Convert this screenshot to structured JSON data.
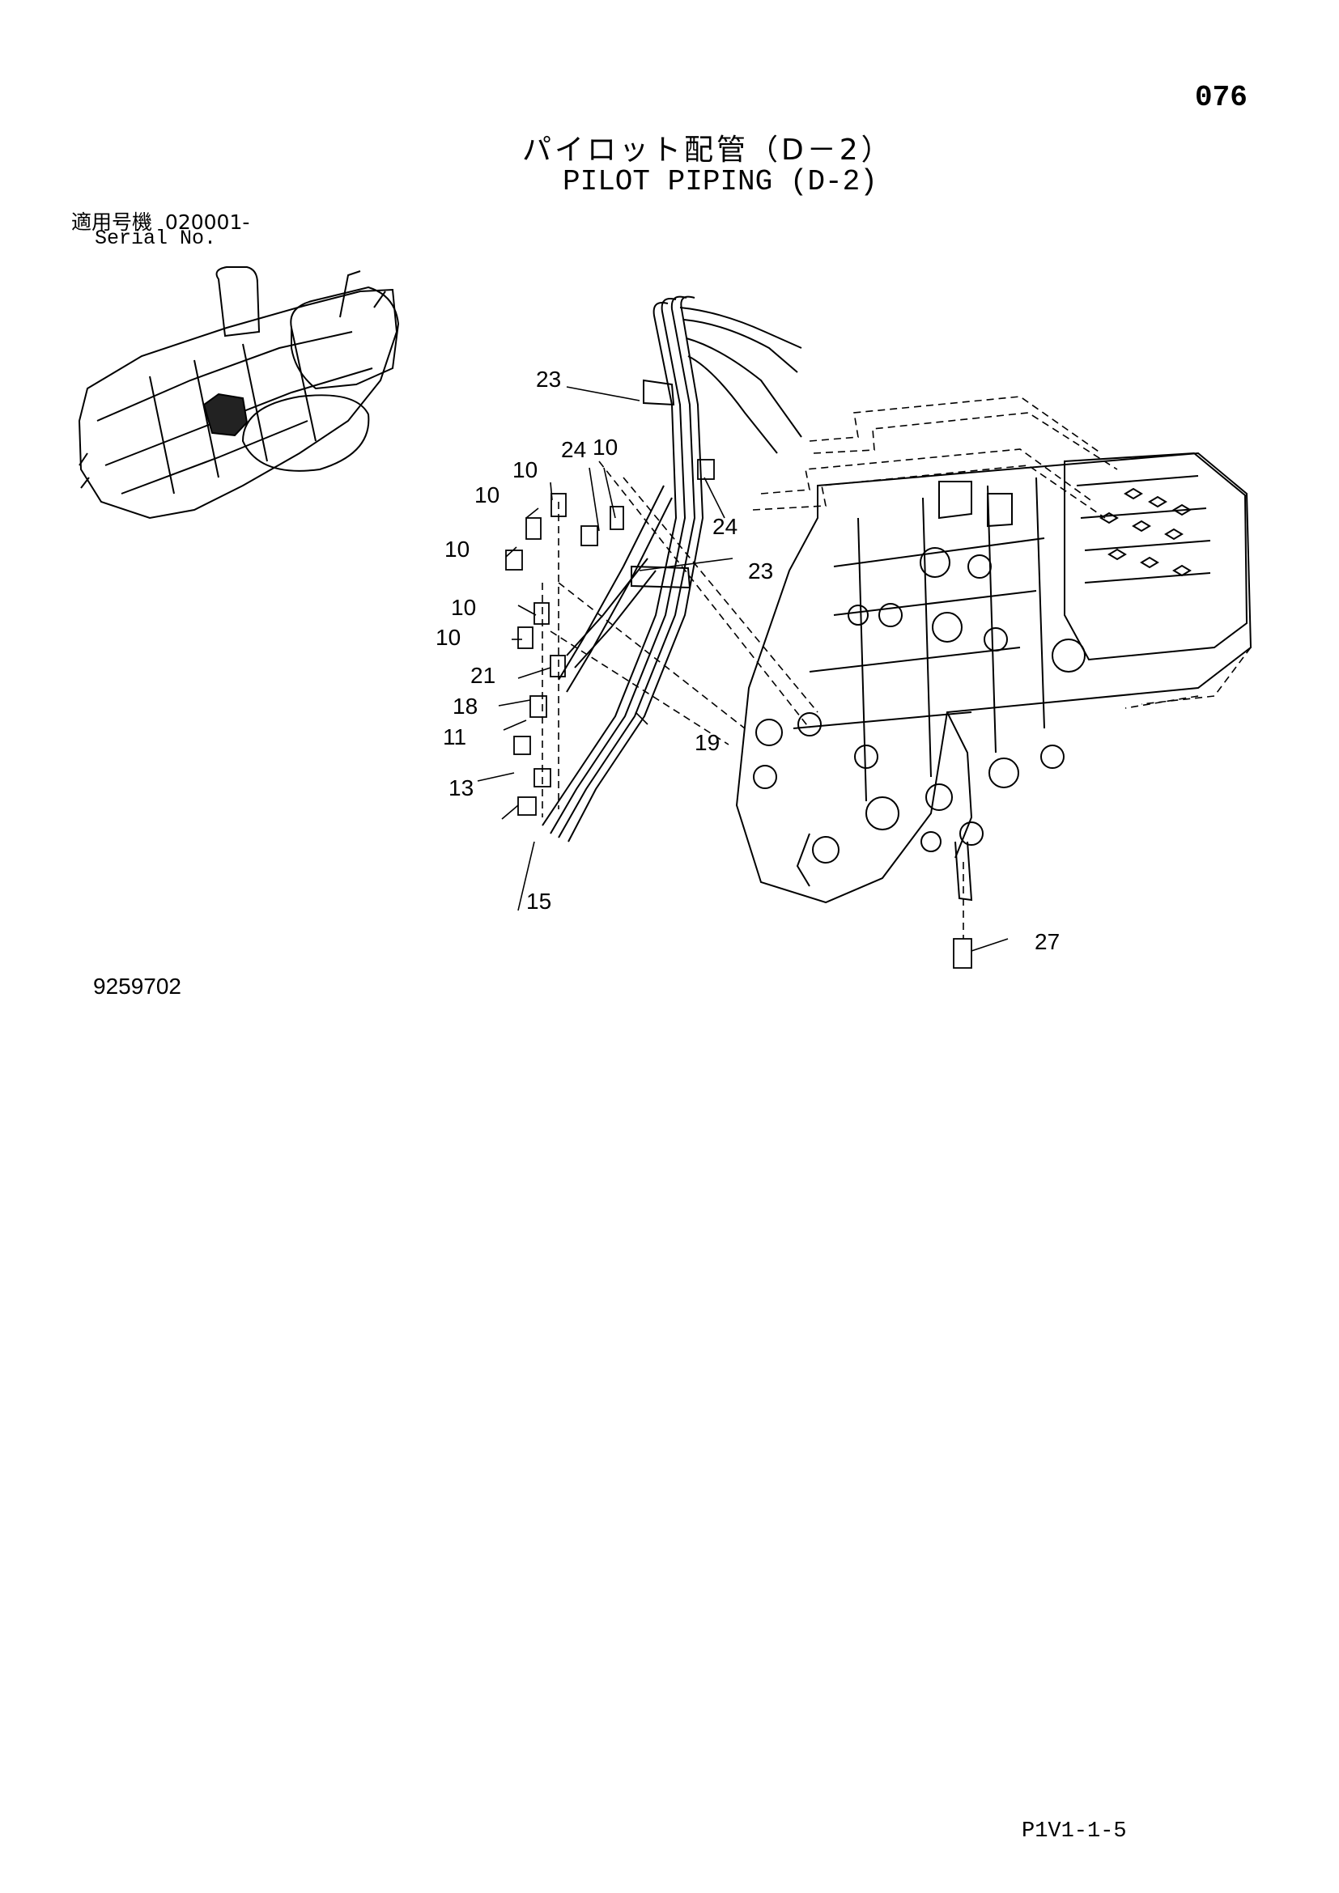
{
  "header": {
    "page_number": "076",
    "title_jp": "パイロット配管（D－2）",
    "title_en": "PILOT PIPING (D-2)",
    "serial_label_jp": "適用号機",
    "serial_value": "020001-",
    "serial_label_en": "Serial No."
  },
  "diagram": {
    "drawing_number": "9259702",
    "callouts": [
      "23",
      "24",
      "10",
      "10",
      "10",
      "24",
      "10",
      "23",
      "10",
      "10",
      "21",
      "18",
      "11",
      "19",
      "13",
      "15",
      "27"
    ]
  },
  "footer": {
    "page_ref": "P1V1-1-5"
  }
}
